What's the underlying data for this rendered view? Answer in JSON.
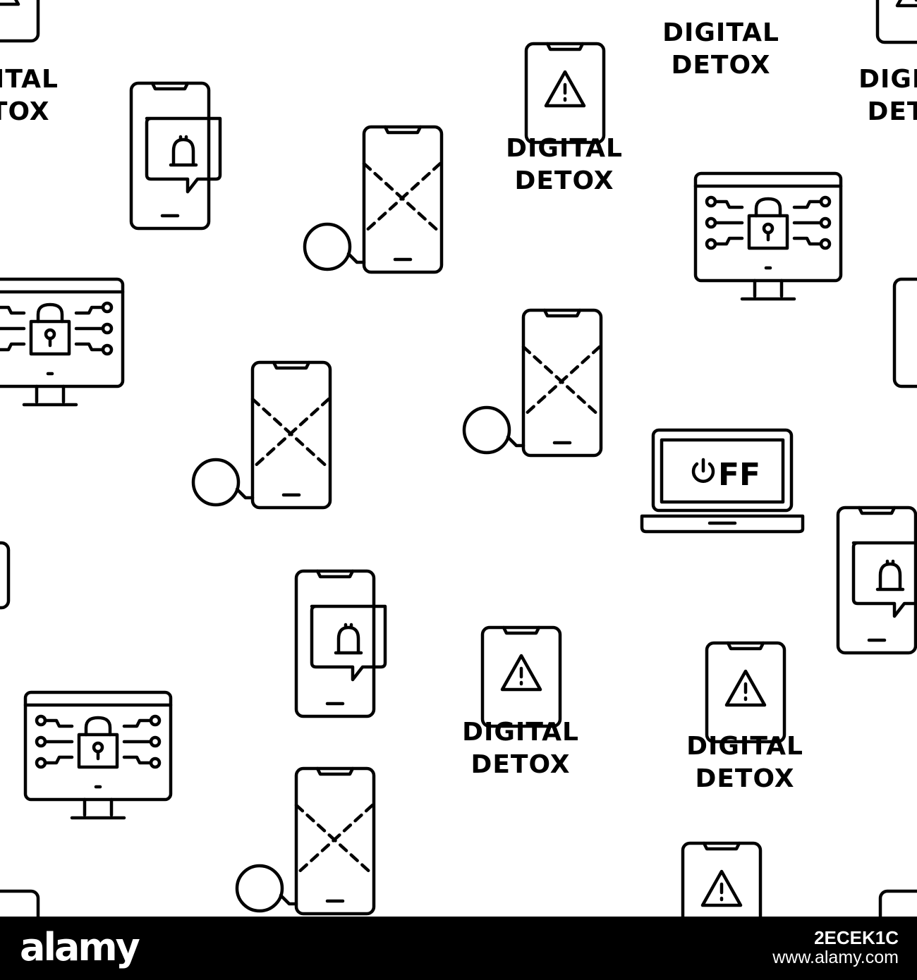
{
  "pattern": {
    "background": "#ffffff",
    "stroke": "#000000",
    "labels": {
      "digital_line1": "DIGITAL",
      "digital_line2": "DETOX",
      "off": "FF"
    },
    "icons": [
      "phone-bell-icon",
      "phone-chained-icon",
      "phone-warning-icon",
      "monitor-lock-icon",
      "laptop-off-icon"
    ]
  },
  "watermark": {
    "brand": "alamy",
    "image_id": "2ECEK1C",
    "url": "www.alamy.com",
    "background": "#000000",
    "text_color": "#ffffff"
  }
}
